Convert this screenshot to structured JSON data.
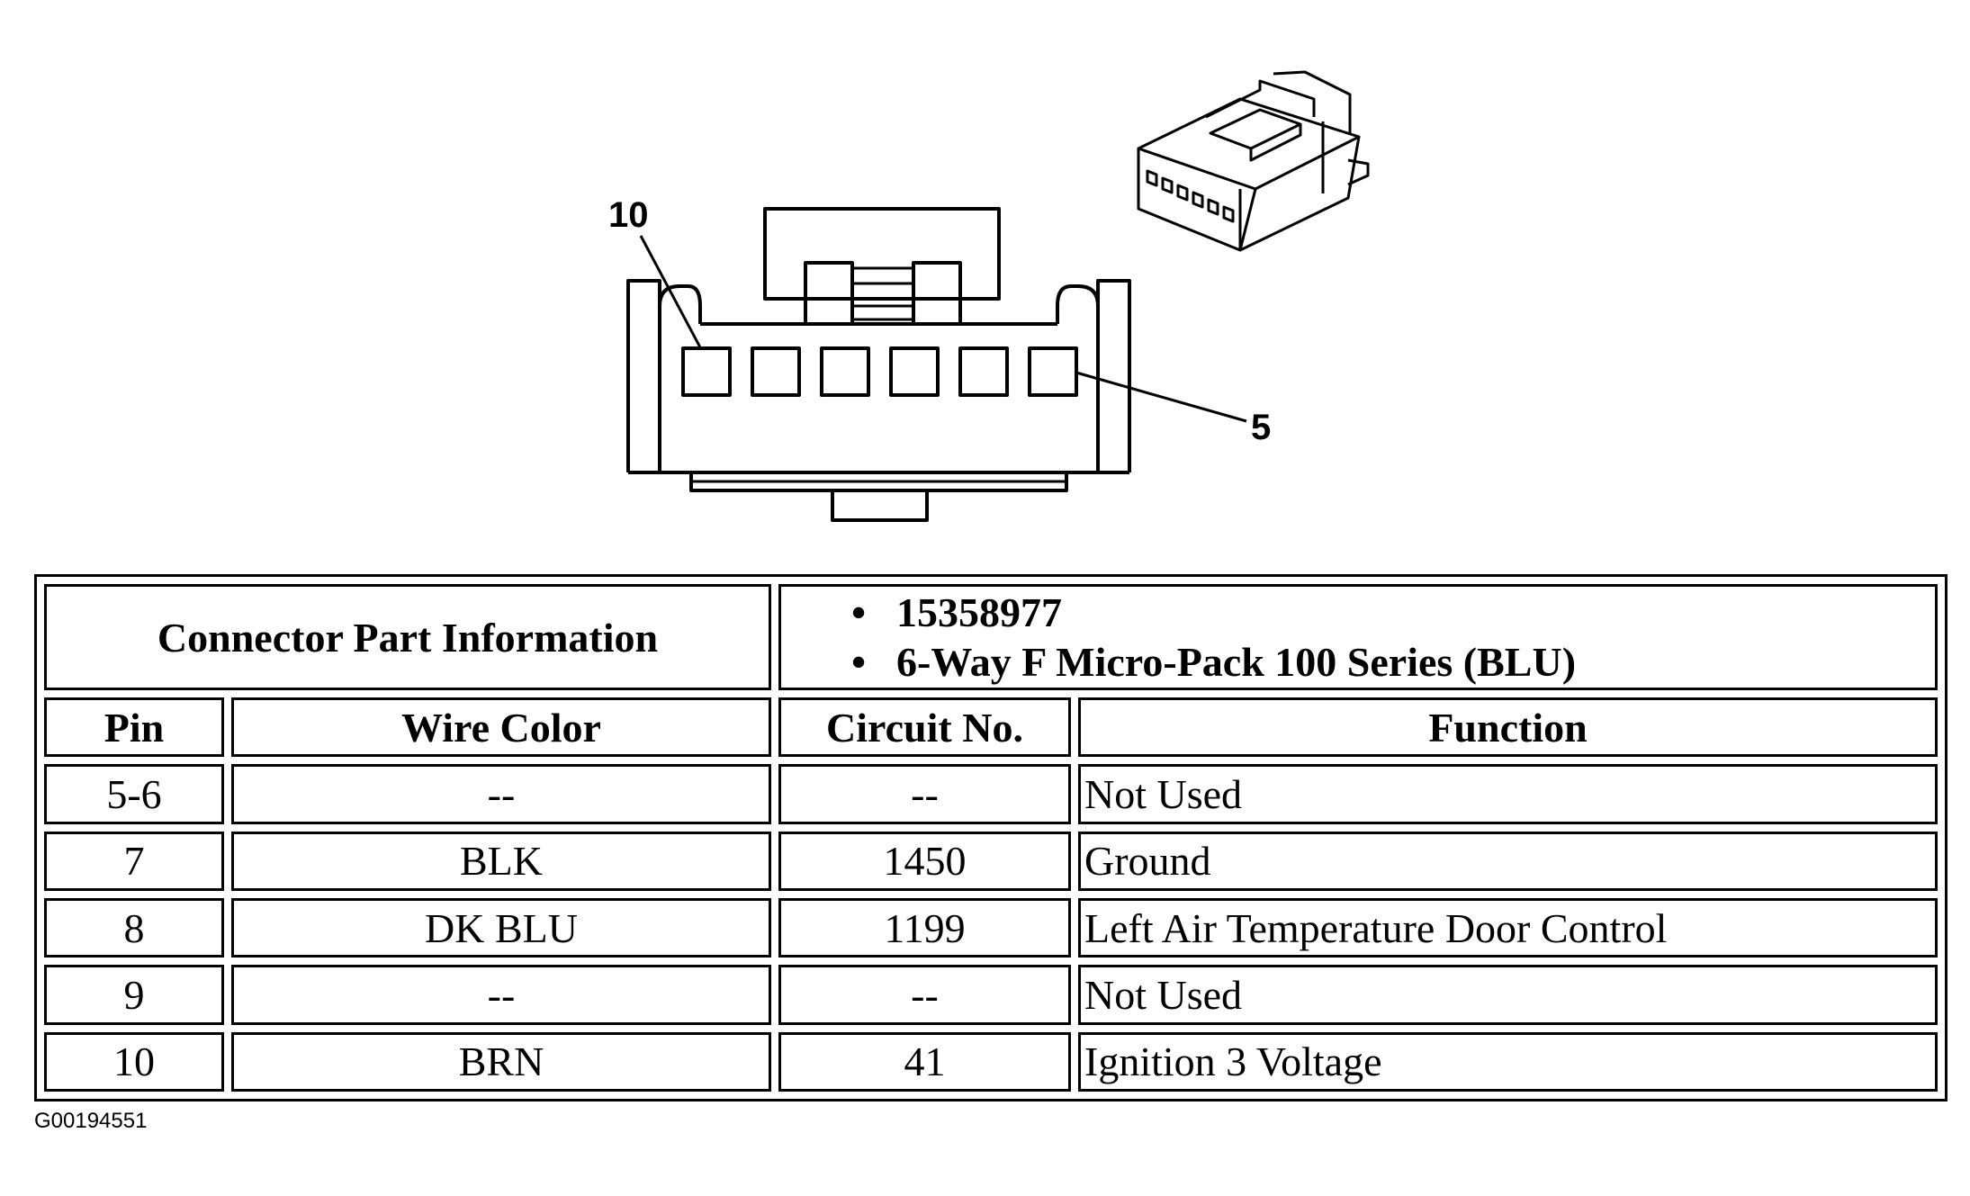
{
  "diagram": {
    "pin_label_left": "10",
    "pin_label_right": "5"
  },
  "table": {
    "info_header": "Connector Part Information",
    "info_items": [
      "15358977",
      "6-Way F Micro-Pack 100 Series (BLU)"
    ],
    "columns": [
      "Pin",
      "Wire Color",
      "Circuit No.",
      "Function"
    ],
    "rows": [
      {
        "pin": "5-6",
        "wire": "--",
        "circuit": "--",
        "function": "Not Used"
      },
      {
        "pin": "7",
        "wire": "BLK",
        "circuit": "1450",
        "function": "Ground"
      },
      {
        "pin": "8",
        "wire": "DK BLU",
        "circuit": "1199",
        "function": "Left Air Temperature Door Control"
      },
      {
        "pin": "9",
        "wire": "--",
        "circuit": "--",
        "function": "Not Used"
      },
      {
        "pin": "10",
        "wire": "BRN",
        "circuit": "41",
        "function": "Ignition 3 Voltage"
      }
    ]
  },
  "figure_id": "G00194551"
}
